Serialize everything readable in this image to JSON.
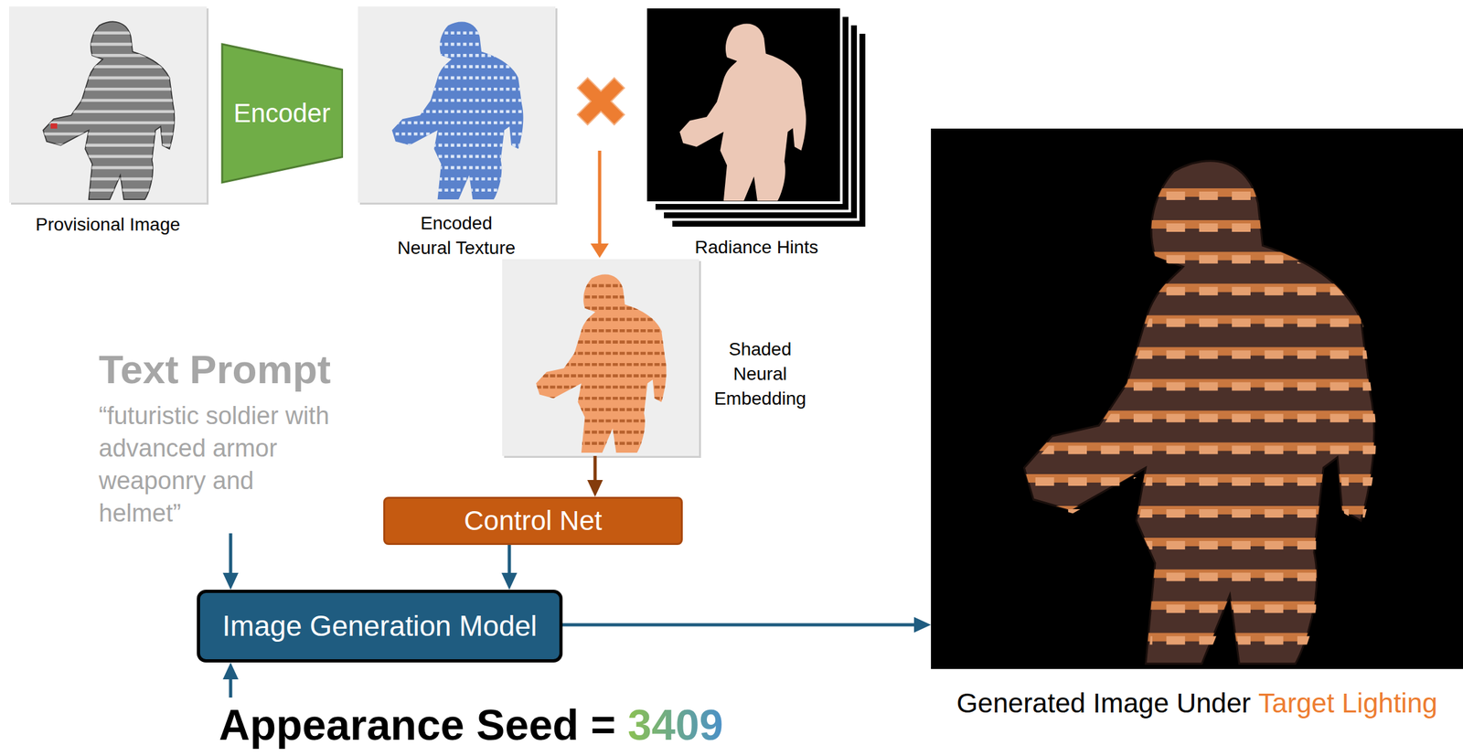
{
  "diagram": {
    "nodes": [
      {
        "text": [
          "Provisional Image"
        ]
      },
      {
        "text": [
          "Encoder"
        ]
      },
      {
        "text": [
          "Encoded Neural Texture"
        ]
      },
      {
        "text": [
          "Radiance Hints"
        ]
      },
      {
        "text": [
          "Shaded Neural Embedding"
        ]
      },
      {
        "text": [
          "Text Prompt",
          "“futuristic soldier with advanced armor weaponry and helmet”"
        ]
      },
      {
        "text": [
          "Control Net"
        ]
      },
      {
        "text": [
          "Image Generation Model"
        ]
      },
      {
        "text": [
          "Generated Image Under",
          "Target Lighting"
        ]
      },
      {
        "text": [
          "Appearance Seed =",
          "3409"
        ]
      }
    ],
    "edges": [
      {
        "from": 4,
        "to": 6,
        "arrow": "to"
      },
      {
        "from": 5,
        "to": 7,
        "arrow": "to"
      },
      {
        "from": 6,
        "to": 7,
        "arrow": "to"
      },
      {
        "from": 9,
        "to": 7,
        "arrow": "to"
      },
      {
        "from": 7,
        "to": 8,
        "arrow": "to"
      }
    ]
  }
}
